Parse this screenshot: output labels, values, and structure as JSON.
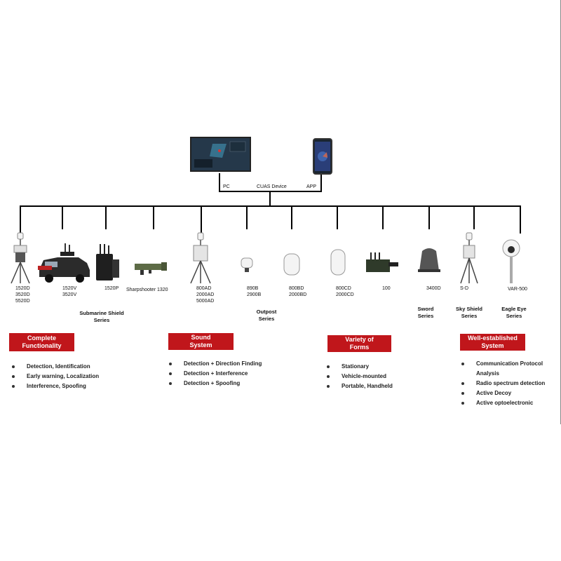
{
  "top": {
    "pc_label": "PC",
    "center_label": "CUAS Device",
    "app_label": "APP"
  },
  "devices": [
    {
      "label": "1520D\n3520D\n5520D"
    },
    {
      "label": "1520V\n3520V"
    },
    {
      "label": "1520P"
    },
    {
      "label": "Sharpshooter   1320"
    },
    {
      "label": "800AD\n2000AD\n5000AD"
    },
    {
      "label": "890B\n2900B"
    },
    {
      "label": "800BD\n2000BD"
    },
    {
      "label": "800CD\n2000CD"
    },
    {
      "label": "100"
    },
    {
      "label": "3400D"
    },
    {
      "label": "S-D"
    },
    {
      "label": "VAR-500"
    }
  ],
  "series": [
    {
      "name": "Submarine Shield\nSeries"
    },
    {
      "name": "Outpost\nSeries"
    },
    {
      "name": "Sword\nSeries"
    },
    {
      "name": "Sky Shield\nSeries"
    },
    {
      "name": "Eagle Eye\nSeries"
    }
  ],
  "features": [
    {
      "title": "Complete\nFunctionality",
      "items": [
        "Detection, Identification",
        "Early warning, Localization",
        "Interference, Spoofing"
      ]
    },
    {
      "title": "Sound\nSystem",
      "items": [
        "Detection + Direction Finding",
        "Detection + Interference",
        "Detection + Spoofing"
      ]
    },
    {
      "title": "Variety of\nForms",
      "items": [
        "Stationary",
        "Vehicle-mounted",
        "Portable, Handheld"
      ]
    },
    {
      "title": "Well-established\nSystem",
      "items": [
        "Communication Protocol",
        "Analysis",
        "Radio spectrum detection",
        "Active Decoy",
        "Active optoelectronic"
      ]
    }
  ],
  "colors": {
    "accent": "#c0161b",
    "line": "#000000"
  }
}
